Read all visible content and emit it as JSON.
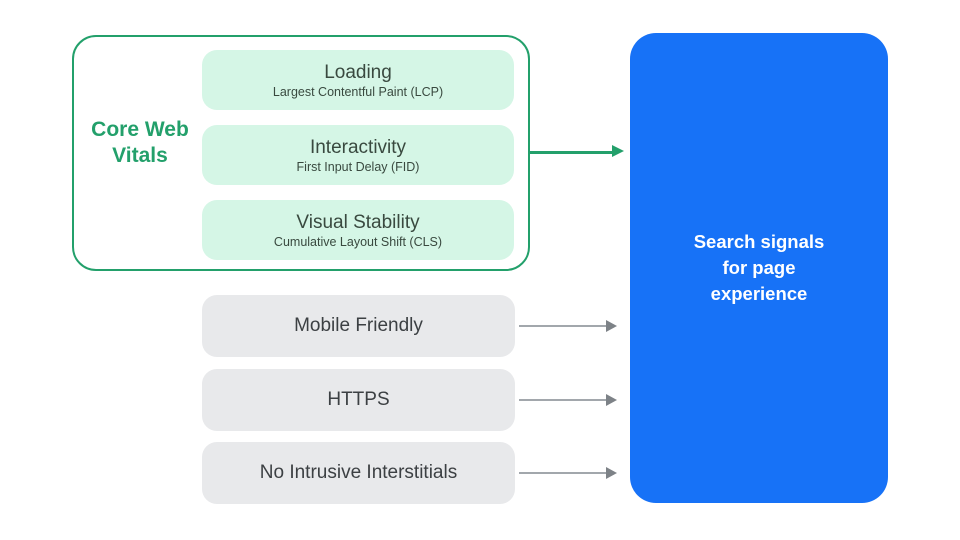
{
  "diagram": {
    "core_web_vitals": {
      "label": "Core Web Vitals",
      "items": [
        {
          "title": "Loading",
          "subtitle": "Largest Contentful Paint (LCP)"
        },
        {
          "title": "Interactivity",
          "subtitle": "First Input Delay (FID)"
        },
        {
          "title": "Visual Stability",
          "subtitle": "Cumulative Layout Shift (CLS)"
        }
      ]
    },
    "other_signals": [
      {
        "label": "Mobile Friendly"
      },
      {
        "label": "HTTPS"
      },
      {
        "label": "No Intrusive Interstitials"
      }
    ],
    "result_box": {
      "lines": [
        "Search signals",
        "for page",
        "experience"
      ]
    },
    "colors": {
      "green": "#23a06b",
      "green_light": "#d5f6e6",
      "gray_pill": "#e8e9eb",
      "blue": "#1772f7",
      "text_dark": "#3c4043",
      "arrow_gray": "#a2a7ac"
    }
  }
}
